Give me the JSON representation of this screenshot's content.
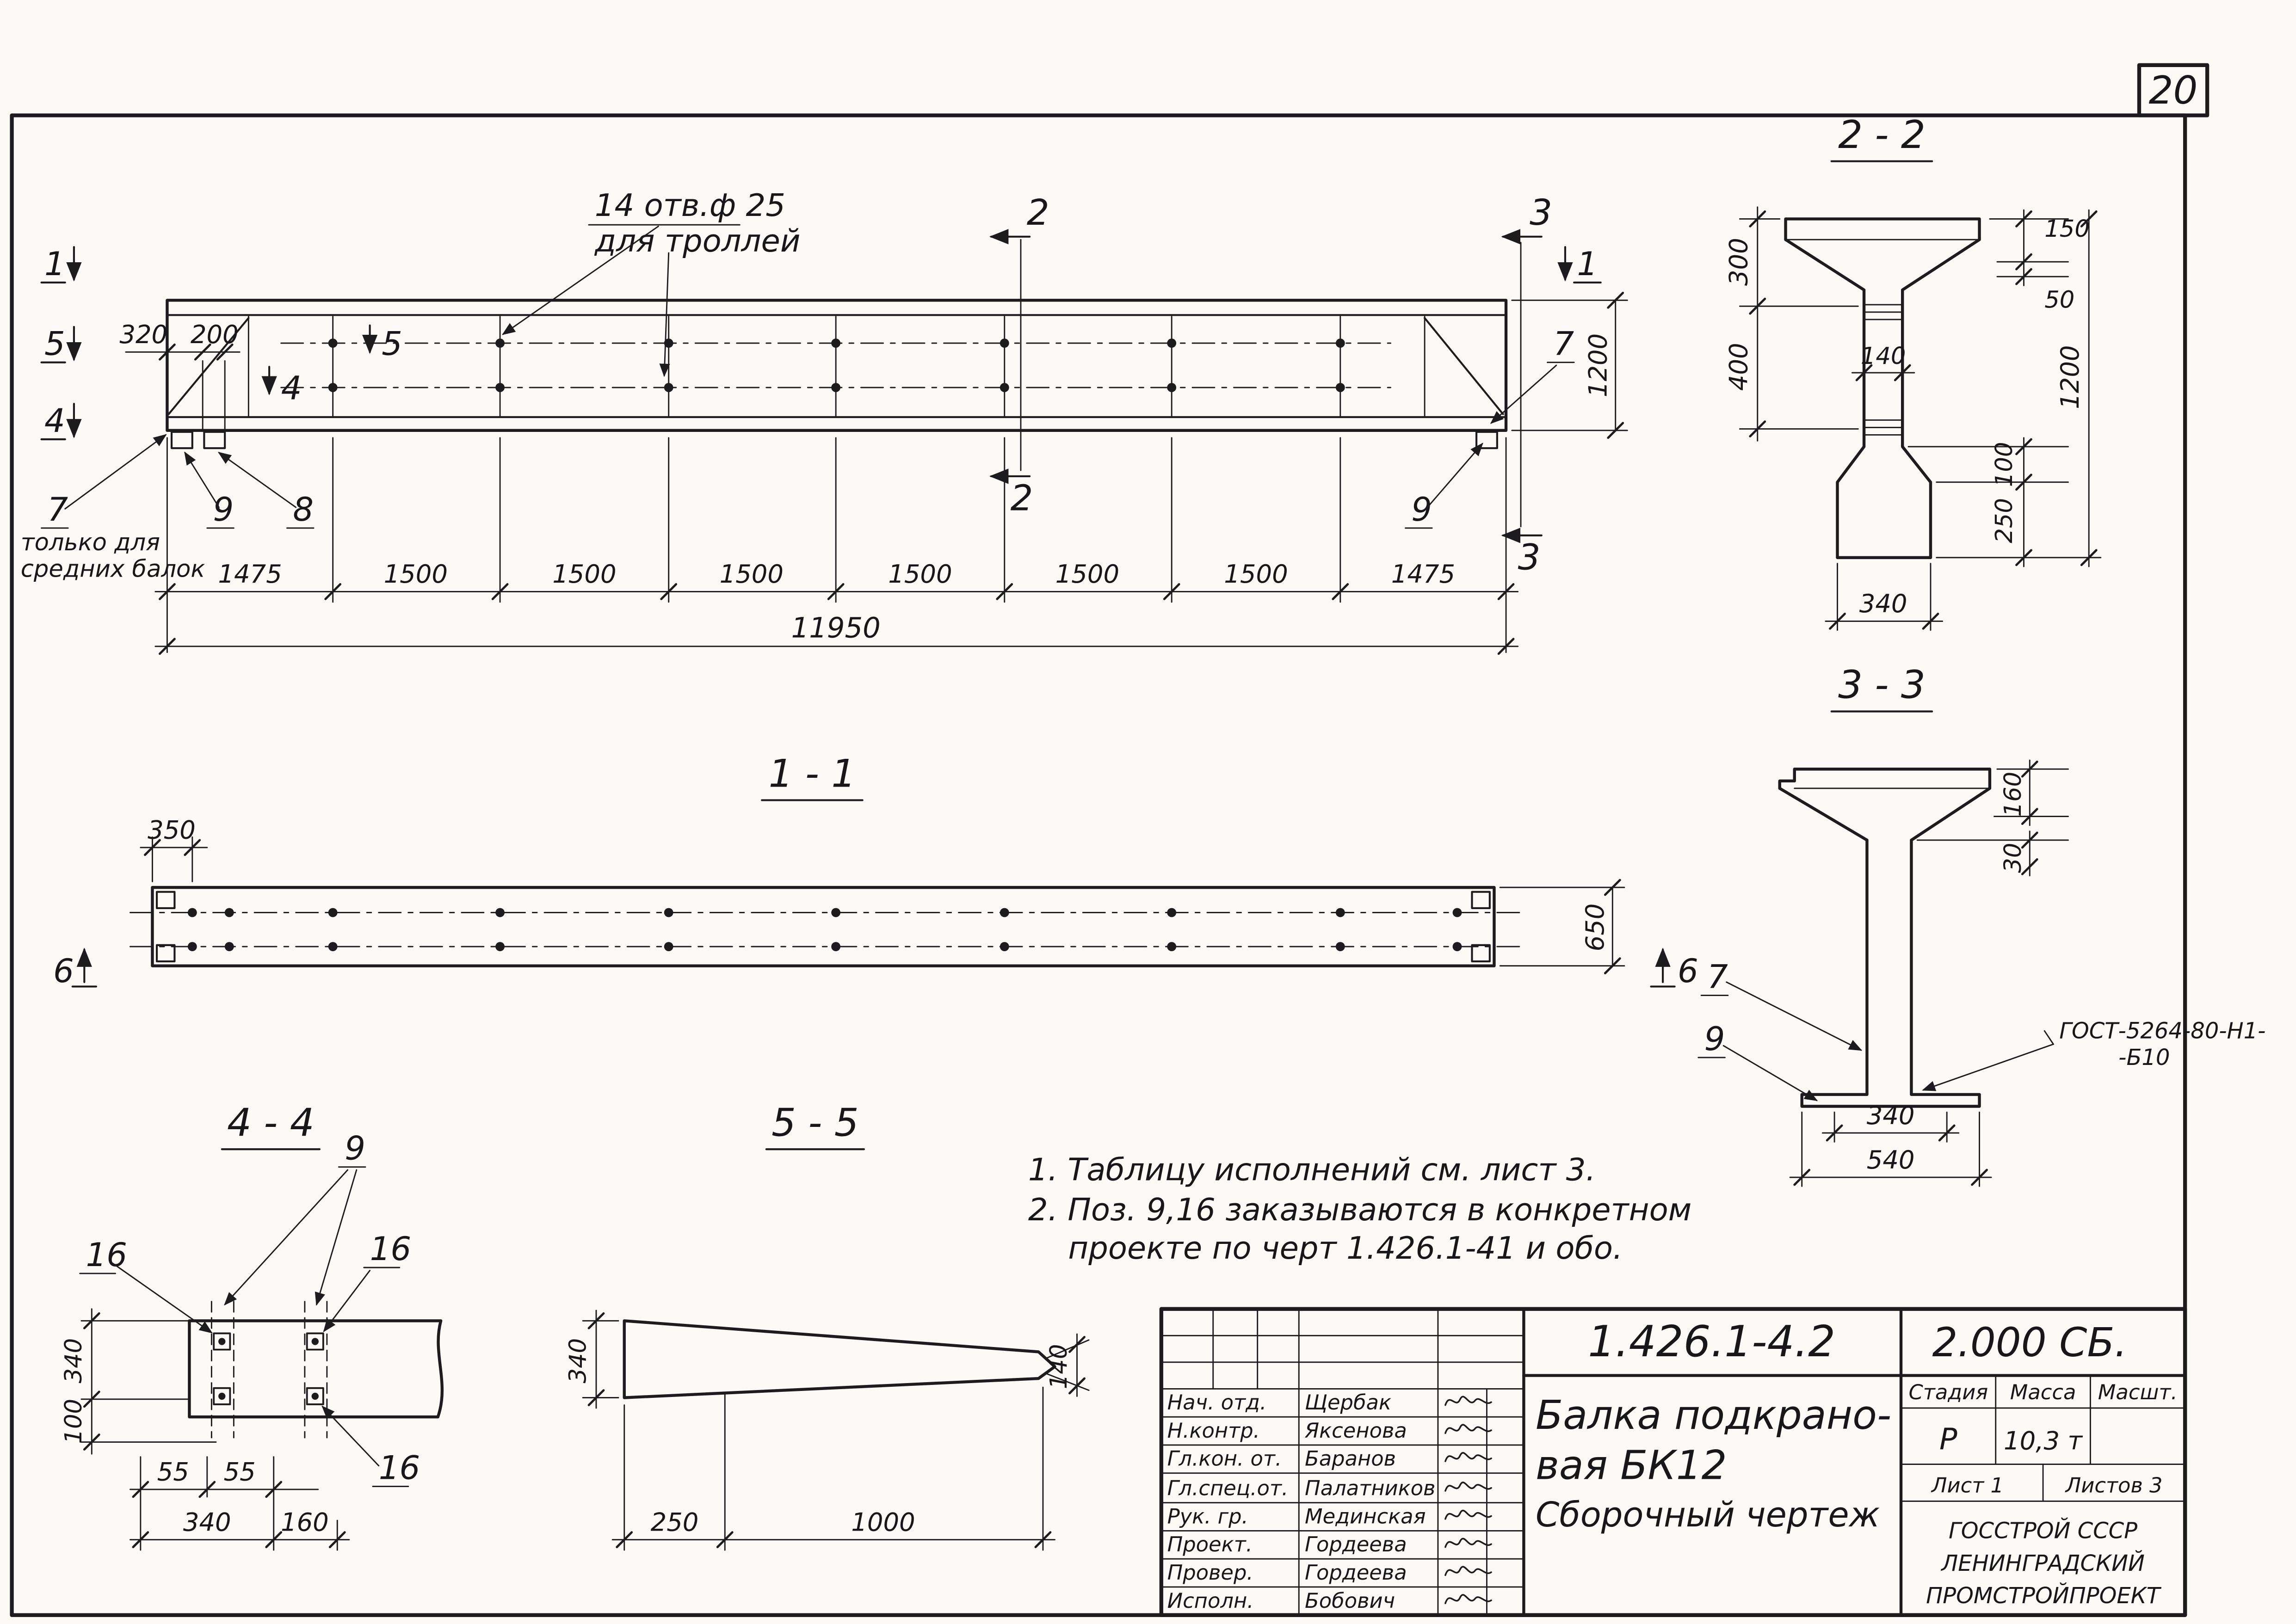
{
  "sheet_box": {
    "number": "20"
  },
  "markers": {
    "s1": "1",
    "s2": "2",
    "s3": "3",
    "s4": "4",
    "s5": "5",
    "s6": "6"
  },
  "positions": {
    "p7": "7",
    "p8": "8",
    "p9": "9",
    "p16": "16"
  },
  "elevation": {
    "holes_note1": "14 отв.ф 25",
    "holes_note2": "для троллей",
    "only1": "только для",
    "only2": "средних балок",
    "d320": "320",
    "d200": "200",
    "d1200": "1200",
    "total": "11950",
    "seg": [
      "1475",
      "1500",
      "1500",
      "1500",
      "1500",
      "1500",
      "1500",
      "1475"
    ]
  },
  "sec22": {
    "title": "2 - 2",
    "d300": "300",
    "d400": "400",
    "d140": "140",
    "d150": "150",
    "d50": "50",
    "d100": "100",
    "d250": "250",
    "d1200": "1200",
    "d340": "340"
  },
  "sec11": {
    "title": "1 - 1",
    "d350": "350",
    "d650": "650"
  },
  "sec33": {
    "title": "3 - 3",
    "d160": "160",
    "d30": "30",
    "d340": "340",
    "d540": "540",
    "gost1": "ГОСТ-5264-80-Н1-",
    "gost2": "-Б10"
  },
  "sec44": {
    "title": "4 - 4",
    "d340": "340",
    "d100": "100",
    "d55a": "55",
    "d55b": "55",
    "d340b": "340",
    "d160": "160"
  },
  "sec55": {
    "title": "5 - 5",
    "d340": "340",
    "d140": "140",
    "d250": "250",
    "d1000": "1000"
  },
  "notes": {
    "l1": "1. Таблицу исполнений  см. лист 3.",
    "l2": "2. Поз. 9,16 заказываются в конкретном",
    "l3": "проекте по черт 1.426.1-41 и обо."
  },
  "tb": {
    "code": "1.426.1-4.2",
    "kind": "2.000 СБ.",
    "name1": "Балка подкрано-",
    "name2": "вая БК12",
    "name3": "Сборочный  чертеж",
    "h_stage": "Стадия",
    "h_mass": "Масса",
    "h_scale": "Масшт.",
    "stage": "Р",
    "mass": "10,3 т",
    "sheet": "Лист 1",
    "sheets": "Листов 3",
    "org1": "ГОССТРОЙ СССР",
    "org2": "ЛЕНИНГРАДСКИЙ",
    "org3": "ПРОМСТРОЙПРОЕКТ",
    "staff": [
      {
        "role": "Нач. отд.",
        "name": "Щербак"
      },
      {
        "role": "Н.контр.",
        "name": "Яксенова"
      },
      {
        "role": "Гл.кон. от.",
        "name": "Баранов"
      },
      {
        "role": "Гл.спец.от.",
        "name": "Палатников"
      },
      {
        "role": "Рук. гр.",
        "name": "Мединская"
      },
      {
        "role": "Проект.",
        "name": "Гордеева"
      },
      {
        "role": "Провер.",
        "name": "Гордеева"
      },
      {
        "role": "Исполн.",
        "name": "Бобович"
      }
    ]
  }
}
